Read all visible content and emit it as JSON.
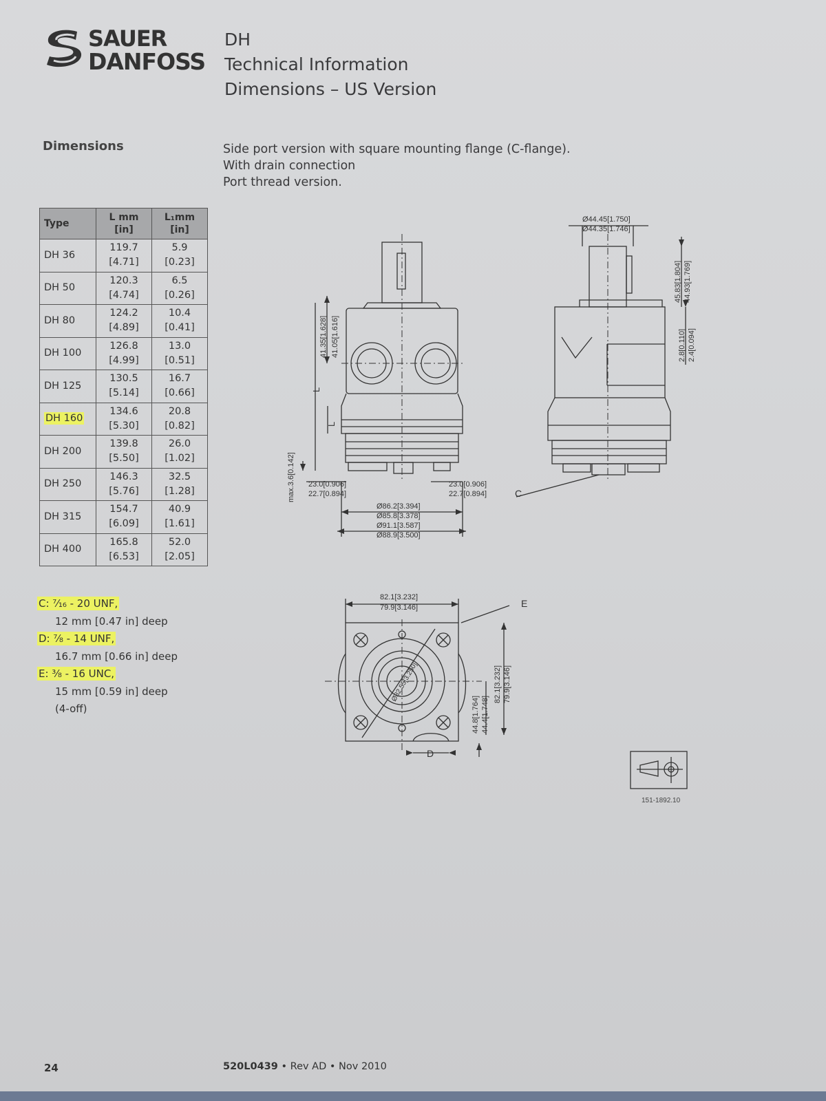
{
  "brand": {
    "line1": "SAUER",
    "line2": "DANFOSS"
  },
  "header": {
    "product": "DH",
    "subtitle": "Technical Information",
    "title": "Dimensions – US Version"
  },
  "section_title": "Dimensions",
  "description": [
    "Side port version with square mounting flange (C-flange).",
    "With drain connection",
    "Port thread version."
  ],
  "table": {
    "headers": {
      "type": "Type",
      "l_mm": "L mm",
      "l_in": "[in]",
      "l1_mm": "L₁mm",
      "l1_in": "[in]"
    },
    "rows": [
      {
        "type": "DH 36",
        "l_mm": "119.7",
        "l_in": "[4.71]",
        "l1_mm": "5.9",
        "l1_in": "[0.23]"
      },
      {
        "type": "DH 50",
        "l_mm": "120.3",
        "l_in": "[4.74]",
        "l1_mm": "6.5",
        "l1_in": "[0.26]"
      },
      {
        "type": "DH 80",
        "l_mm": "124.2",
        "l_in": "[4.89]",
        "l1_mm": "10.4",
        "l1_in": "[0.41]"
      },
      {
        "type": "DH 100",
        "l_mm": "126.8",
        "l_in": "[4.99]",
        "l1_mm": "13.0",
        "l1_in": "[0.51]"
      },
      {
        "type": "DH 125",
        "l_mm": "130.5",
        "l_in": "[5.14]",
        "l1_mm": "16.7",
        "l1_in": "[0.66]"
      },
      {
        "type": "DH 160",
        "l_mm": "134.6",
        "l_in": "[5.30]",
        "l1_mm": "20.8",
        "l1_in": "[0.82]"
      },
      {
        "type": "DH 200",
        "l_mm": "139.8",
        "l_in": "[5.50]",
        "l1_mm": "26.0",
        "l1_in": "[1.02]"
      },
      {
        "type": "DH 250",
        "l_mm": "146.3",
        "l_in": "[5.76]",
        "l1_mm": "32.5",
        "l1_in": "[1.28]"
      },
      {
        "type": "DH 315",
        "l_mm": "154.7",
        "l_in": "[6.09]",
        "l1_mm": "40.9",
        "l1_in": "[1.61]"
      },
      {
        "type": "DH 400",
        "l_mm": "165.8",
        "l_in": "[6.53]",
        "l1_mm": "52.0",
        "l1_in": "[2.05]"
      }
    ],
    "highlighted_row": "DH 160"
  },
  "threads": [
    {
      "label": "C: ⁷⁄₁₆ - 20 UNF,",
      "detail": "12 mm [0.47 in] deep"
    },
    {
      "label": "D: ⁷⁄₈ - 14 UNF,",
      "detail": "16.7 mm [0.66 in] deep"
    },
    {
      "label": "E: ³⁄₈ - 16 UNC,",
      "detail": "15 mm [0.59 in] deep",
      "note": "(4-off)"
    }
  ],
  "drawing": {
    "front_dims": {
      "d1a": "41.35[1.628]",
      "d1b": "41.05[1.616]",
      "L": "L",
      "L1": "L",
      "max": "max.3.6[0.142]",
      "left_a": "23.0[0.906]",
      "left_b": "22.7[0.894]",
      "right_a": "23.0[0.906]",
      "right_b": "22.7[0.894]",
      "w1": "Ø86.2[3.394]",
      "w2": "Ø85.8[3.378]",
      "w3": "Ø91.1[3.587]",
      "w4": "Ø88.9[3.500]"
    },
    "side_dims": {
      "top_a": "Ø44.45[1.750]",
      "top_b": "Ø44.35[1.746]",
      "r1a": "45.83[1.804]",
      "r1b": "44.93[1.769]",
      "r2a": "2.8[0.110]",
      "r2b": "2.4[0.094]",
      "callout_c": "C"
    },
    "end_dims": {
      "top_a": "82.1[3.232]",
      "top_b": "79.9[3.146]",
      "callout_e": "E",
      "pcd": "Ø82.55[3.250]",
      "v1a": "44.8[1.764]",
      "v1b": "44.4[1.748]",
      "v2a": "82.1[3.232]",
      "v2b": "79.9[3.146]",
      "callout_d": "D"
    },
    "figure_ref": "151-1892.10"
  },
  "footer": {
    "page": "24",
    "doc": "520L0439",
    "rev": " • Rev AD • Nov 2010"
  },
  "colors": {
    "highlight": "#ecf262",
    "table_header": "#a7a8aa",
    "paper": "#d6d7d9"
  }
}
